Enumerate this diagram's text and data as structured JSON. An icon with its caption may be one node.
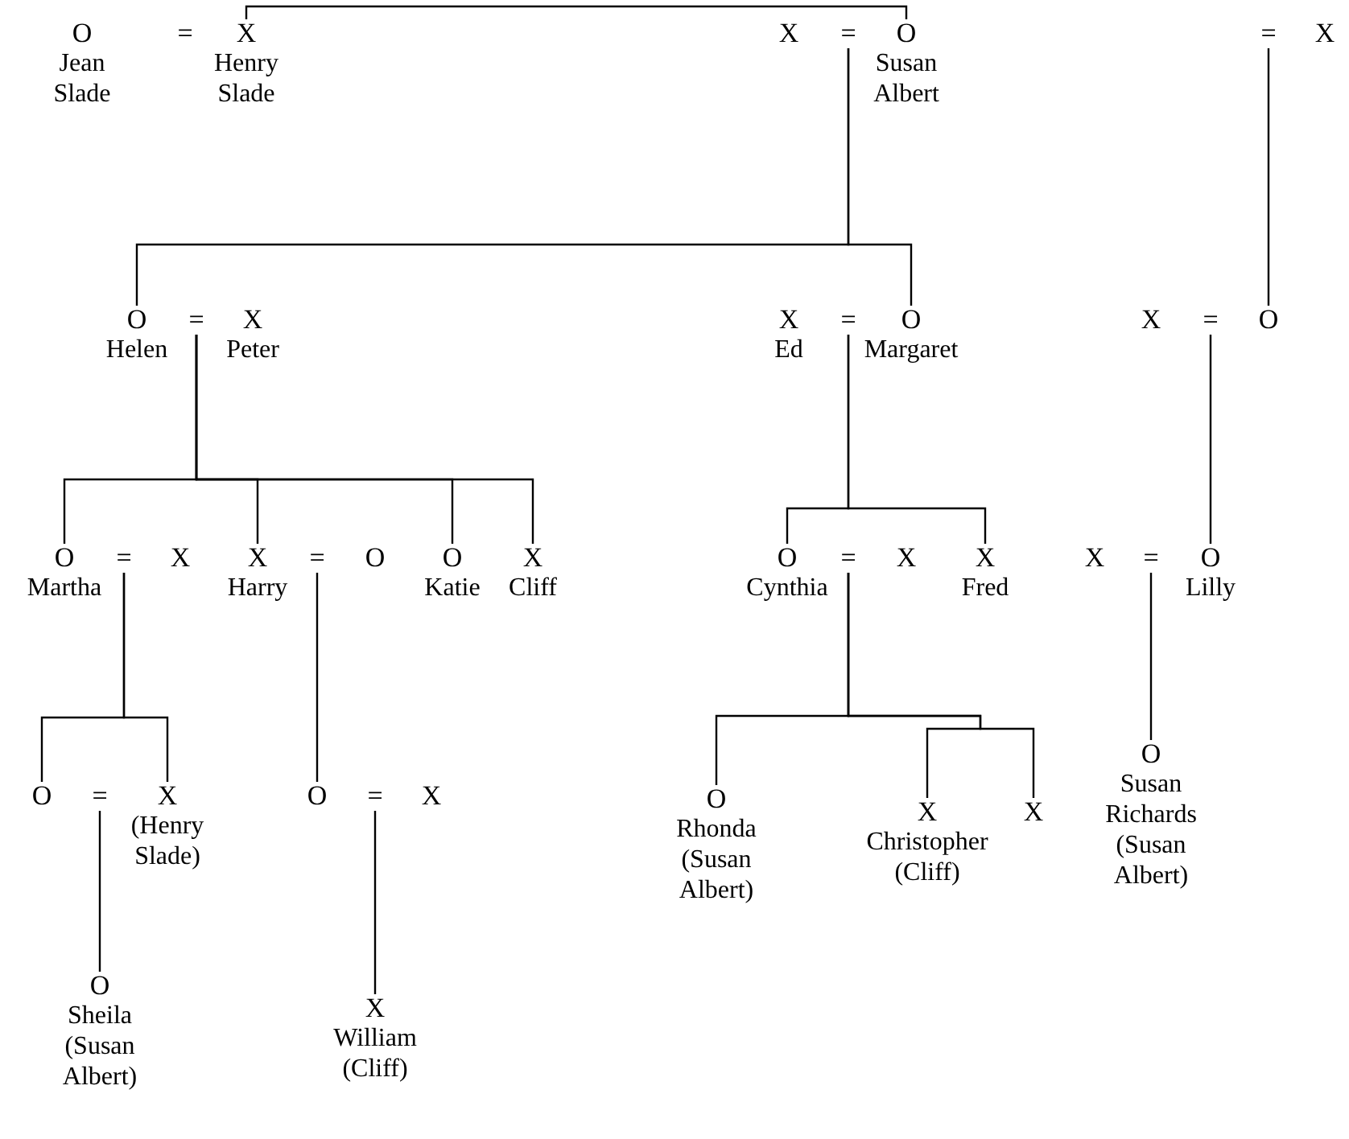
{
  "diagram": {
    "nodes": [
      {
        "text": [
          "O",
          "Jean Slade"
        ]
      },
      {
        "text": [
          "="
        ]
      },
      {
        "text": [
          "X",
          "Henry Slade"
        ]
      },
      {
        "text": [
          "X"
        ]
      },
      {
        "text": [
          "="
        ]
      },
      {
        "text": [
          "O",
          "Susan Albert"
        ]
      },
      {
        "text": [
          "="
        ]
      },
      {
        "text": [
          "X"
        ]
      },
      {
        "text": [
          "O",
          "Helen"
        ]
      },
      {
        "text": [
          "="
        ]
      },
      {
        "text": [
          "X",
          "Peter"
        ]
      },
      {
        "text": [
          "X",
          "Ed"
        ]
      },
      {
        "text": [
          "="
        ]
      },
      {
        "text": [
          "O",
          "Margaret"
        ]
      },
      {
        "text": [
          "X"
        ]
      },
      {
        "text": [
          "="
        ]
      },
      {
        "text": [
          "O"
        ]
      },
      {
        "text": [
          "O",
          "Martha"
        ]
      },
      {
        "text": [
          "="
        ]
      },
      {
        "text": [
          "X"
        ]
      },
      {
        "text": [
          "X",
          "Harry"
        ]
      },
      {
        "text": [
          "="
        ]
      },
      {
        "text": [
          "O"
        ]
      },
      {
        "text": [
          "O",
          "Katie"
        ]
      },
      {
        "text": [
          "X",
          "Cliff"
        ]
      },
      {
        "text": [
          "O",
          "Cynthia"
        ]
      },
      {
        "text": [
          "="
        ]
      },
      {
        "text": [
          "X"
        ]
      },
      {
        "text": [
          "X",
          "Fred"
        ]
      },
      {
        "text": [
          "X"
        ]
      },
      {
        "text": [
          "="
        ]
      },
      {
        "text": [
          "O",
          "Lilly"
        ]
      },
      {
        "text": [
          "O"
        ]
      },
      {
        "text": [
          "="
        ]
      },
      {
        "text": [
          "X",
          "(Henry Slade)"
        ]
      },
      {
        "text": [
          "O"
        ]
      },
      {
        "text": [
          "="
        ]
      },
      {
        "text": [
          "X"
        ]
      },
      {
        "text": [
          "O",
          "Rhonda",
          "(Susan Albert)"
        ]
      },
      {
        "text": [
          "X",
          "Christopher",
          "(Cliff)"
        ]
      },
      {
        "text": [
          "X"
        ]
      },
      {
        "text": [
          "O",
          "Susan Richards",
          "(Susan Albert)"
        ]
      },
      {
        "text": [
          "O",
          "Sheila",
          "(Susan Albert)"
        ]
      },
      {
        "text": [
          "X",
          "William",
          "(Cliff)"
        ]
      }
    ],
    "edges": [
      {
        "from": 2,
        "to": 5,
        "arrow": "none"
      },
      {
        "from": 4,
        "to": 8,
        "arrow": "none"
      },
      {
        "from": 4,
        "to": 13,
        "arrow": "none"
      },
      {
        "from": 6,
        "to": 16,
        "arrow": "none"
      },
      {
        "from": 9,
        "to": 17,
        "arrow": "none"
      },
      {
        "from": 9,
        "to": 20,
        "arrow": "none"
      },
      {
        "from": 9,
        "to": 23,
        "arrow": "none"
      },
      {
        "from": 9,
        "to": 24,
        "arrow": "none"
      },
      {
        "from": 12,
        "to": 25,
        "arrow": "none"
      },
      {
        "from": 12,
        "to": 28,
        "arrow": "none"
      },
      {
        "from": 15,
        "to": 31,
        "arrow": "none"
      },
      {
        "from": 18,
        "to": 32,
        "arrow": "none"
      },
      {
        "from": 18,
        "to": 34,
        "arrow": "none"
      },
      {
        "from": 21,
        "to": 35,
        "arrow": "none"
      },
      {
        "from": 26,
        "to": 38,
        "arrow": "none"
      },
      {
        "from": 26,
        "to": 39,
        "arrow": "none"
      },
      {
        "from": 26,
        "to": 40,
        "arrow": "none"
      },
      {
        "from": 30,
        "to": 41,
        "arrow": "none"
      },
      {
        "from": 33,
        "to": 42,
        "arrow": "none"
      },
      {
        "from": 36,
        "to": 43,
        "arrow": "none"
      }
    ]
  }
}
